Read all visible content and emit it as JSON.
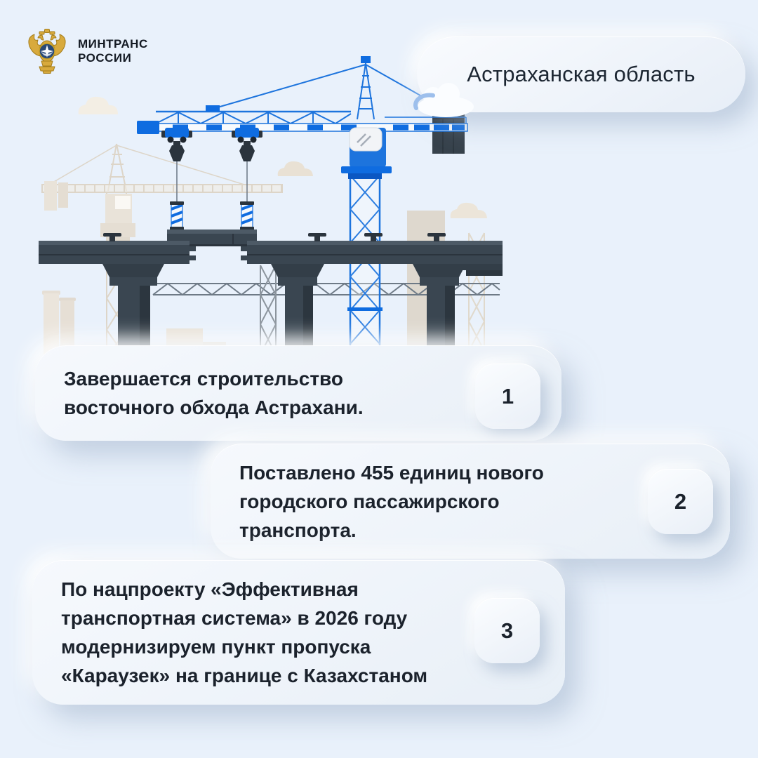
{
  "colors": {
    "background": "#e9f1fb",
    "accent_blue": "#1d74dd",
    "solid_blue": "#0f6ce0",
    "dark_slate": "#3a4651",
    "text": "#1b222c"
  },
  "header": {
    "logo": {
      "line1": "МИНТРАНС",
      "line2": "РОССИИ",
      "emblem_icon": "russia-transport-ministry-eagle"
    },
    "region_badge": {
      "label": "Астраханская область"
    }
  },
  "illustration": {
    "name": "bridge-construction-with-cranes"
  },
  "cards": [
    {
      "number": "1",
      "text": "Завершается строительство\nвосточного обхода Астрахани."
    },
    {
      "number": "2",
      "text": "Поставлено 455 единиц нового\nгородского пассажирского\nтранспорта."
    },
    {
      "number": "3",
      "text": "По нацпроекту «Эффективная\nтранспортная система» в 2026 году\nмодернизируем пункт пропуска\n«Караузек» на границе с Казахстаном"
    }
  ]
}
